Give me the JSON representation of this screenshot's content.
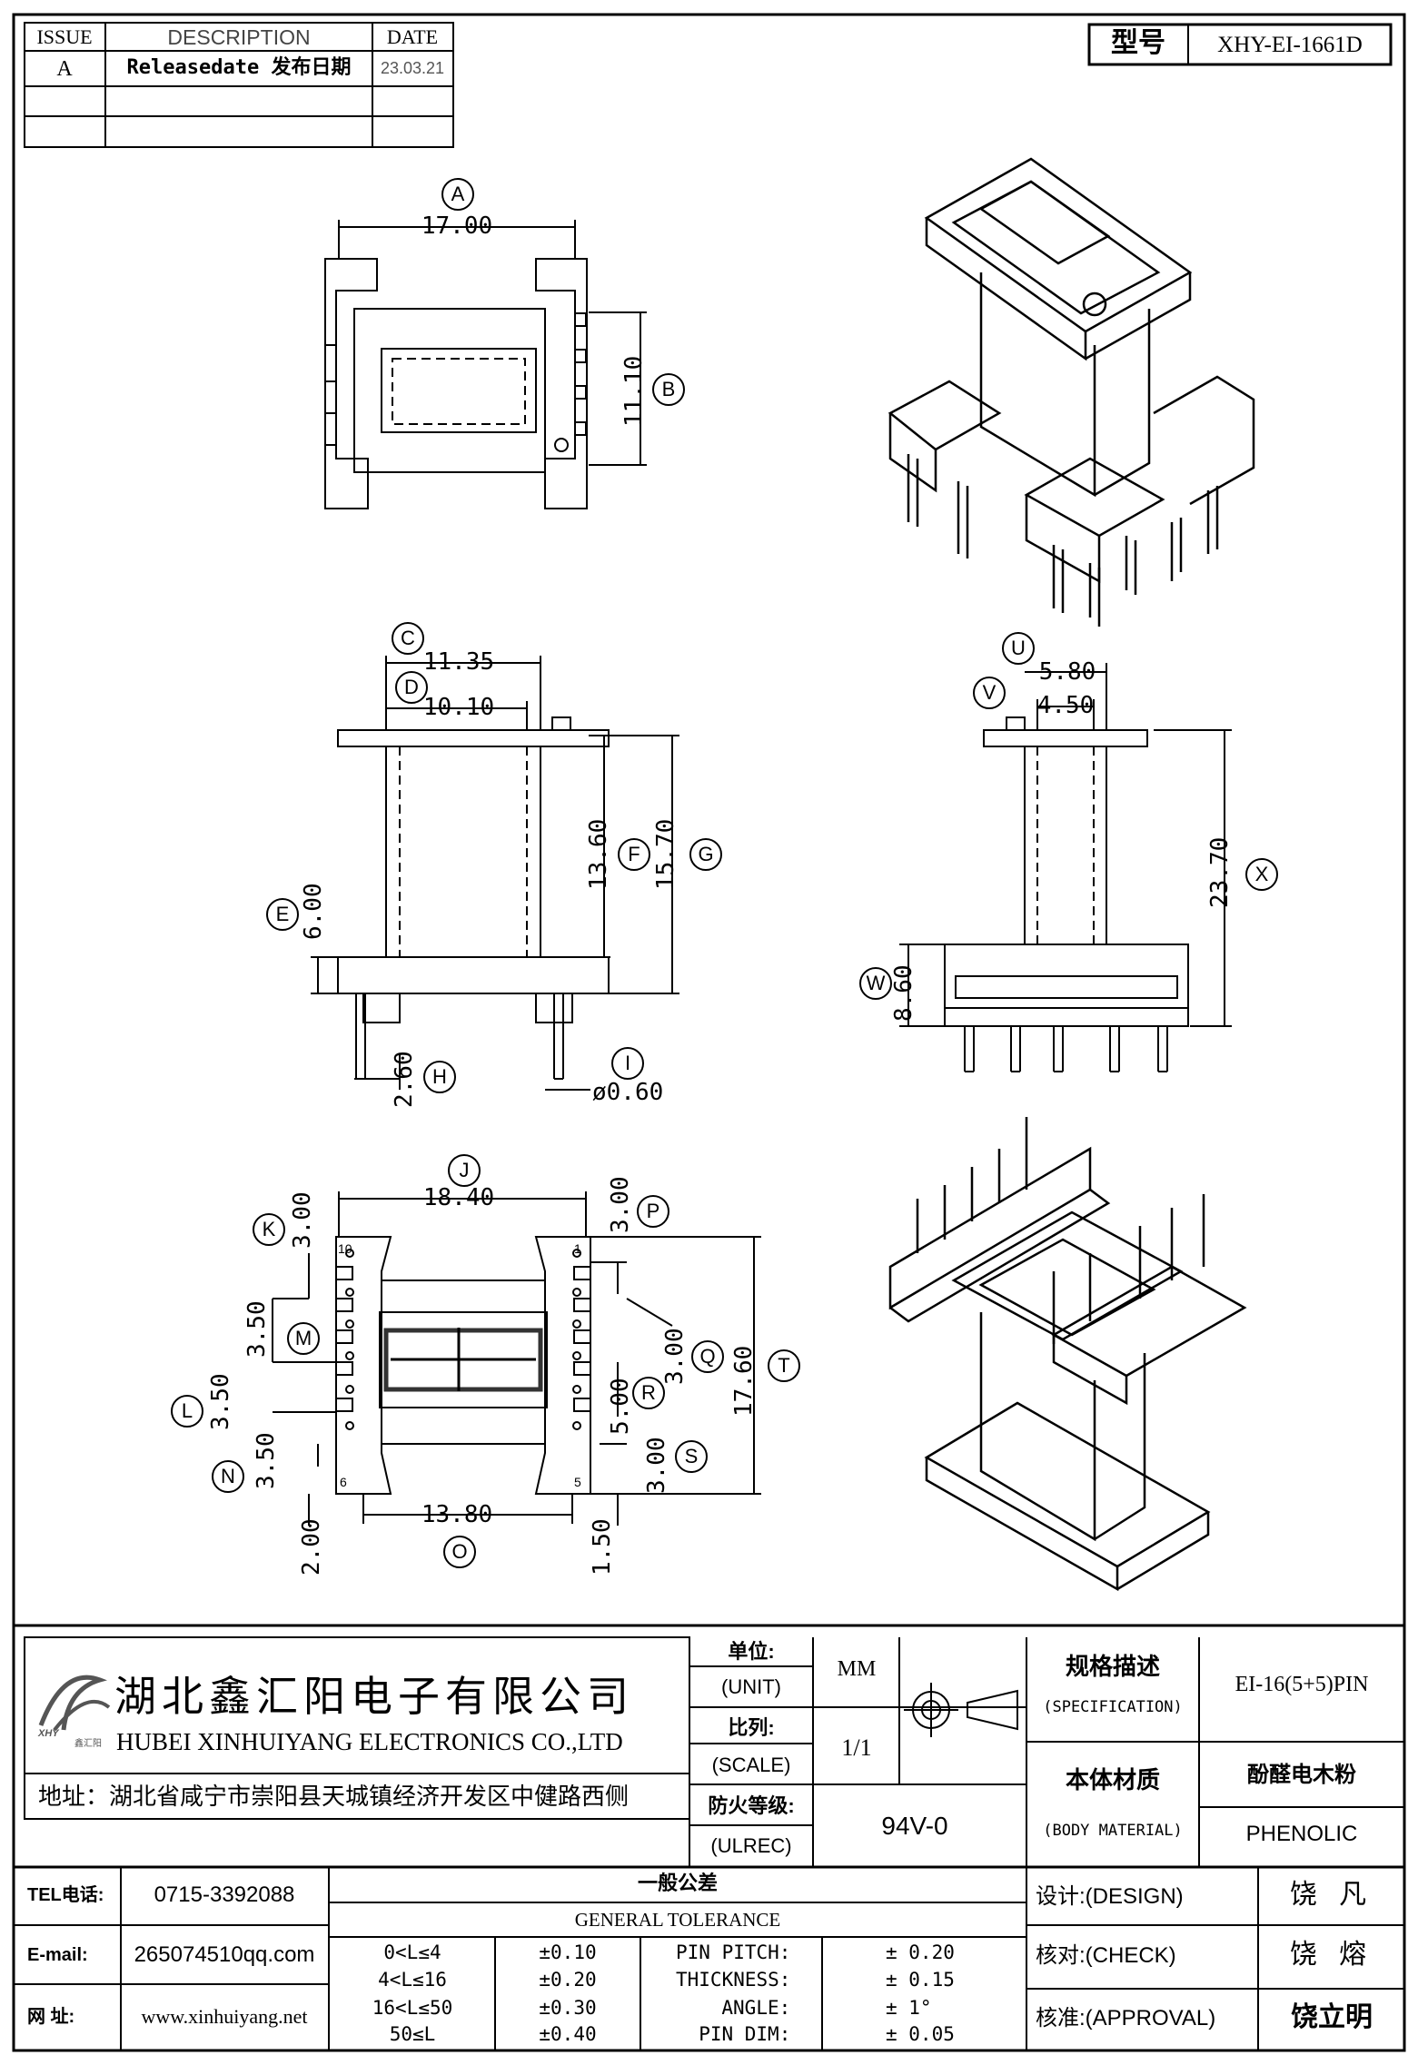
{
  "revision_table": {
    "headers": {
      "issue": "ISSUE",
      "description": "DESCRIPTION",
      "date": "DATE"
    },
    "rows": [
      {
        "issue": "A",
        "description": "Releasedate 发布日期",
        "date": "23.03.21"
      }
    ]
  },
  "model": {
    "label": "型号",
    "value": "XHY-EI-1661D"
  },
  "dimensions": {
    "A": "17.00",
    "B": "11.10",
    "C": "11.35",
    "D": "10.10",
    "E": "6.00",
    "F": "13.60",
    "G": "15.70",
    "H": "2.60",
    "I": "ø0.60",
    "U": "5.80",
    "V": "4.50",
    "W": "8.60",
    "X": "23.70",
    "J": "18.40",
    "K": "3.00",
    "M": "3.50",
    "L": "3.50",
    "N": "3.50",
    "N2": "2.00",
    "O": "13.80",
    "O2": "1.50",
    "P": "3.00",
    "Q": "3.00",
    "R": "5.00",
    "S": "3.00",
    "T": "17.60"
  },
  "callouts": [
    "A",
    "B",
    "C",
    "D",
    "E",
    "F",
    "G",
    "H",
    "I",
    "U",
    "V",
    "W",
    "X",
    "J",
    "K",
    "M",
    "L",
    "N",
    "O",
    "P",
    "Q",
    "R",
    "S",
    "T"
  ],
  "pin_numbers": {
    "left_top": "10",
    "left_bottom": "6",
    "right_top": "1",
    "right_bottom": "5"
  },
  "company": {
    "name_cn": "湖北鑫汇阳电子有限公司",
    "name_en": "HUBEI XINHUIYANG ELECTRONICS CO.,LTD",
    "address": "地址：湖北省咸宁市崇阳县天城镇经济开发区中健路西侧",
    "logo_text": "XHY",
    "logo_sub": "鑫汇阳"
  },
  "title_block": {
    "unit_label": "单位:",
    "unit_label_en": "(UNIT)",
    "unit_value": "MM",
    "scale_label": "比列:",
    "scale_label_en": "(SCALE)",
    "scale_value": "1/1",
    "ulrec_label": "防火等级:",
    "ulrec_label_en": "(ULREC)",
    "ulrec_value": "94V-0",
    "spec_label": "规格描述",
    "spec_label_en": "(SPECIFICATION)",
    "spec_value": "EI-16(5+5)PIN",
    "material_label": "本体材质",
    "material_label_en": "(BODY MATERIAL)",
    "material_value_cn": "酚醛电木粉",
    "material_value_en": "PHENOLIC"
  },
  "contact": {
    "tel_label": "TEL电话:",
    "tel": "0715-3392088",
    "email_label": "E-mail:",
    "email": "265074510qq.com",
    "web_label": "网  址:",
    "web": "www.xinhuiyang.net"
  },
  "tolerance": {
    "title_cn": "一般公差",
    "title_en": "GENERAL TOLERANCE",
    "ranges": [
      {
        "range": "0<L≤4",
        "tol": "±0.10"
      },
      {
        "range": "4<L≤16",
        "tol": "±0.20"
      },
      {
        "range": "16<L≤50",
        "tol": "±0.30"
      },
      {
        "range": "50≤L",
        "tol": "±0.40"
      }
    ],
    "others": [
      {
        "label": "PIN PITCH:",
        "tol": "± 0.20"
      },
      {
        "label": "THICKNESS:",
        "tol": "± 0.15"
      },
      {
        "label": "ANGLE:",
        "tol": "± 1°"
      },
      {
        "label": "PIN DIM:",
        "tol": "± 0.05"
      }
    ]
  },
  "approvals": {
    "design_label": "设计:(DESIGN)",
    "design_name": "饶 凡",
    "check_label": "核对:(CHECK)",
    "check_name": "饶 熔",
    "approval_label": "核准:(APPROVAL)",
    "approval_name": "饶立明"
  }
}
